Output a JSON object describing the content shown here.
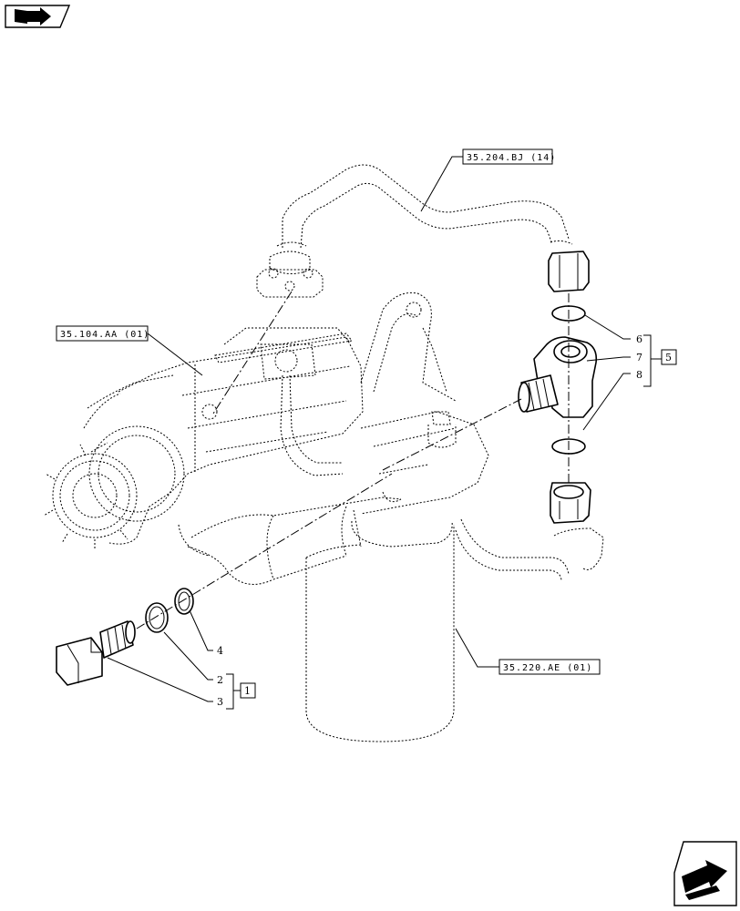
{
  "references": {
    "fuel_line": "35.204.BJ (14)",
    "pump": "35.104.AA (01)",
    "filter": "35.220.AE (01)"
  },
  "callouts": {
    "item_1": "1",
    "item_2": "2",
    "item_3": "3",
    "item_4": "4",
    "item_5": "5",
    "item_6": "6",
    "item_7": "7",
    "item_8": "8"
  },
  "icons": {
    "top_left": "book-arrow-icon",
    "bottom_right": "next-page-arrow-icon"
  }
}
